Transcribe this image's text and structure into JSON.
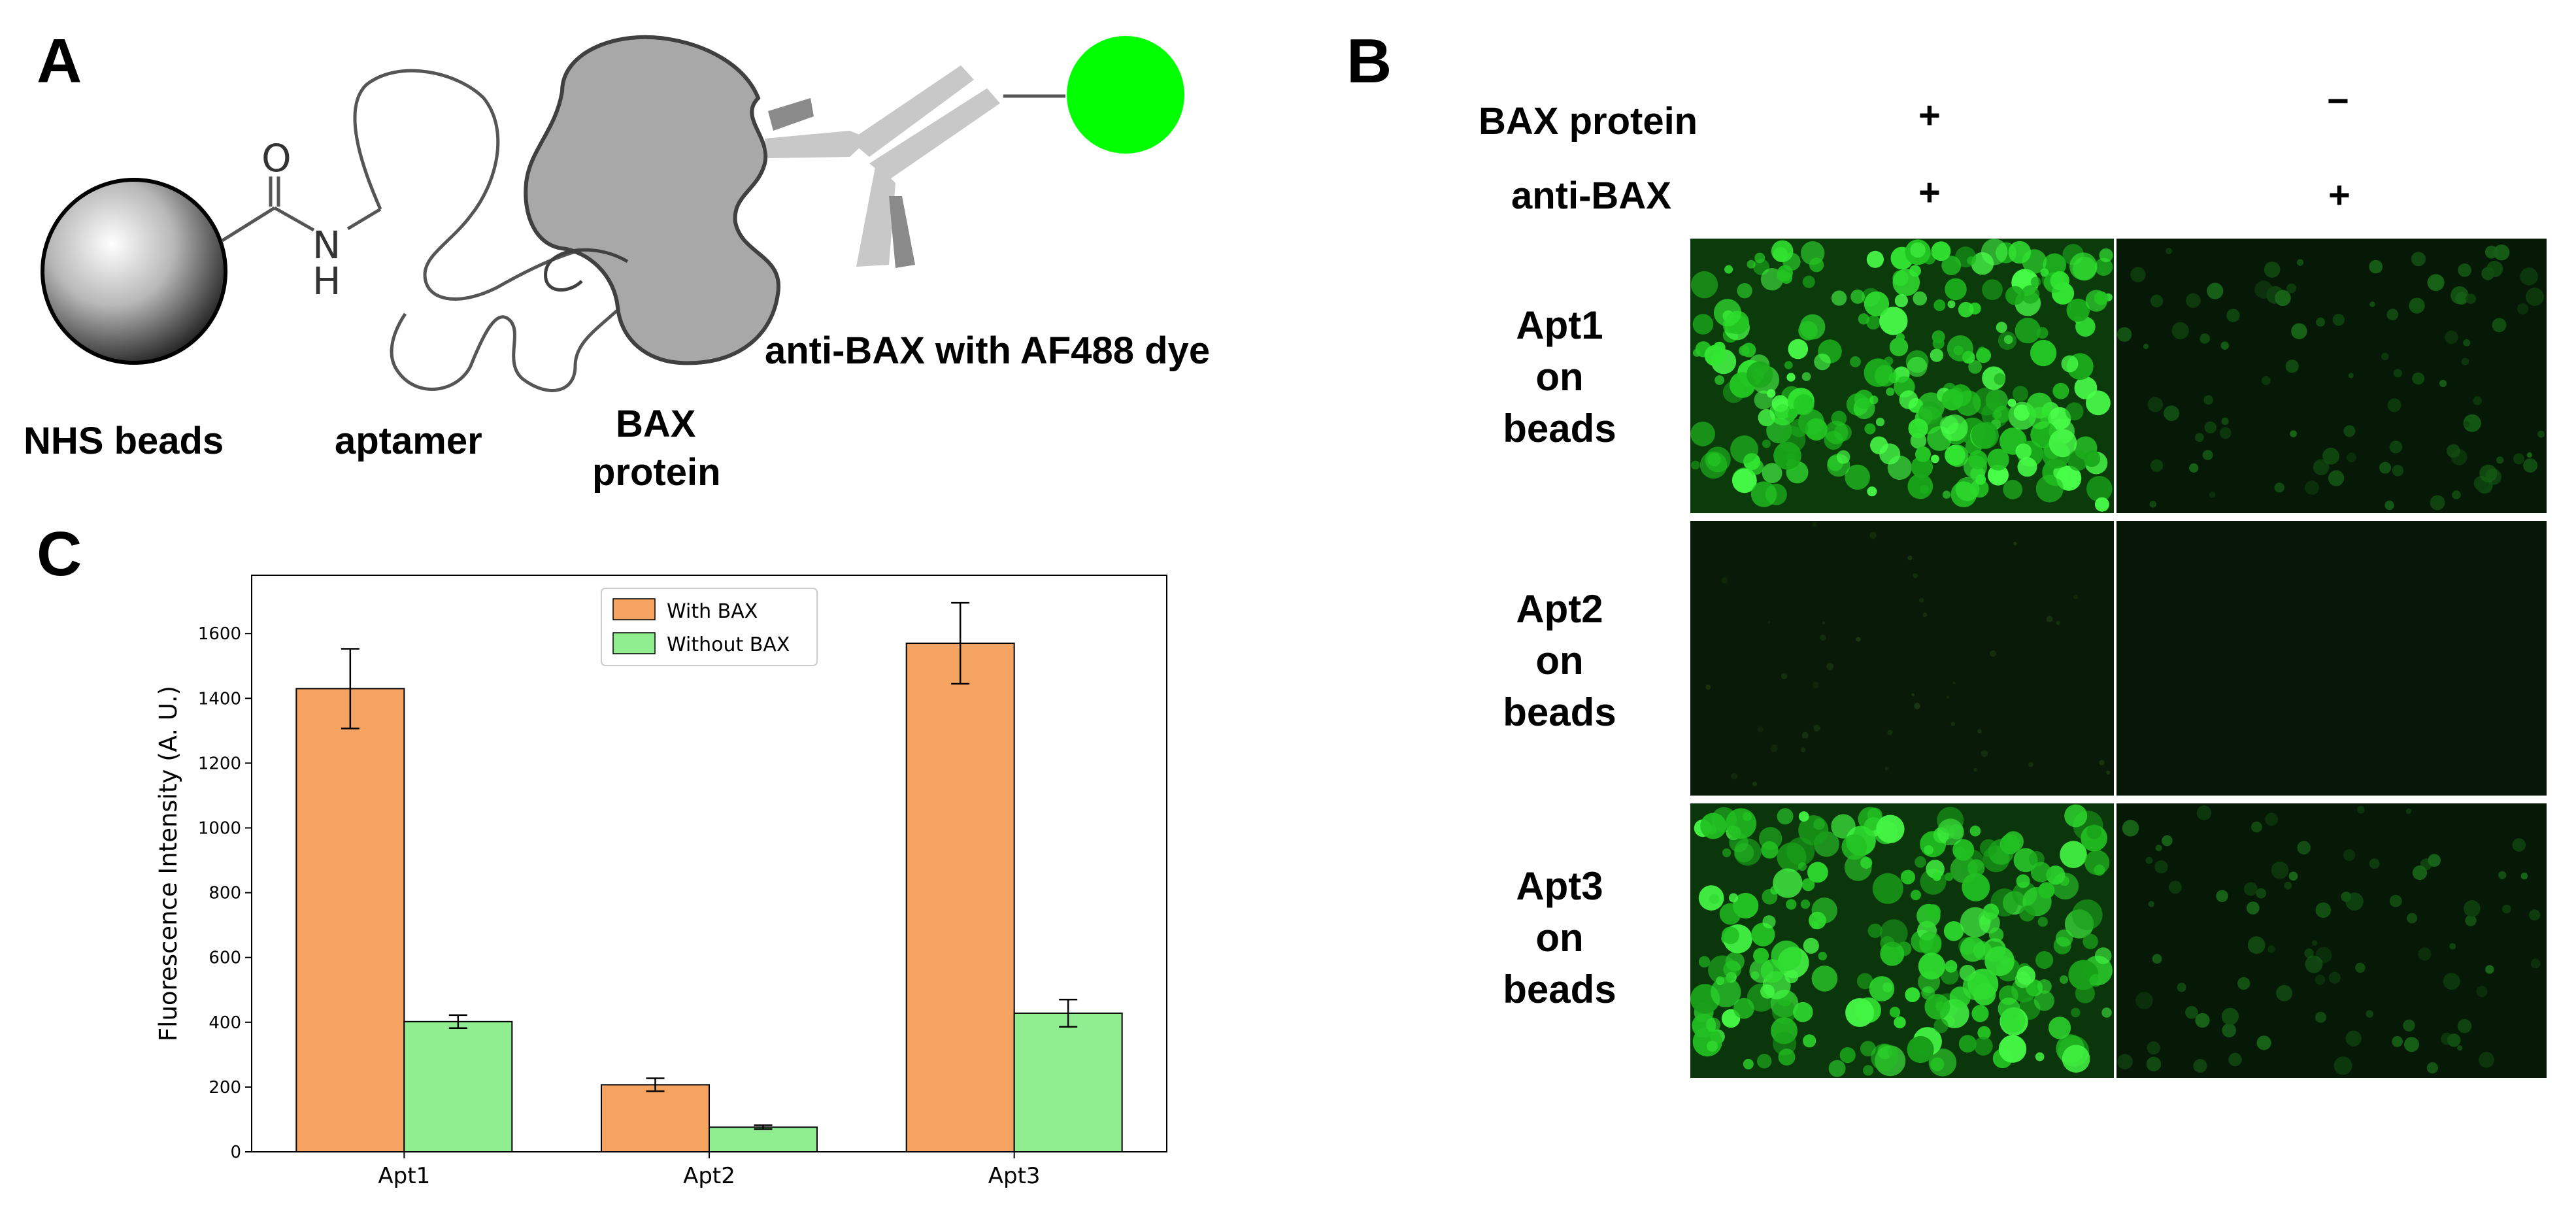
{
  "panels": {
    "a": "A",
    "b": "B",
    "c": "C"
  },
  "schematic": {
    "beads_label": "NHS beads",
    "aptamer_label": "aptamer",
    "protein_label_line1": "BAX",
    "protein_label_line2": "protein",
    "antibody_label": "anti-BAX with AF488 dye",
    "carbonyl_O": "O",
    "amide_N": "N",
    "amide_H": "H",
    "dye_color": "#00ff00"
  },
  "micrographs": {
    "row_headers": [
      "BAX protein",
      "anti-BAX"
    ],
    "col1": {
      "bax": "+",
      "anti": "+"
    },
    "col2": {
      "bax": "−",
      "anti": "+"
    },
    "rows": [
      {
        "line1": "Apt1",
        "line2": "on",
        "line3": "beads",
        "with_bax": "bright",
        "without_bax": "dim"
      },
      {
        "line1": "Apt2",
        "line2": "on",
        "line3": "beads",
        "with_bax": "dark",
        "without_bax": "dark"
      },
      {
        "line1": "Apt3",
        "line2": "on",
        "line3": "beads",
        "with_bax": "bright",
        "without_bax": "dim"
      }
    ]
  },
  "chart_data": {
    "type": "bar",
    "categories": [
      "Apt1",
      "Apt2",
      "Apt3"
    ],
    "series": [
      {
        "name": "With BAX",
        "values": [
          1430,
          207,
          1570
        ],
        "errors": [
          123,
          20,
          125
        ],
        "color": "#f4a460"
      },
      {
        "name": "Without BAX",
        "values": [
          402,
          76,
          428
        ],
        "errors": [
          20,
          6,
          42
        ],
        "color": "#90ee90"
      }
    ],
    "ylabel": "Fluorescence Intensity (A. U.)",
    "ylim": [
      0,
      1780
    ],
    "yticks": [
      0,
      200,
      400,
      600,
      800,
      1000,
      1200,
      1400,
      1600
    ],
    "legend_position": "top-center",
    "grid": false
  }
}
